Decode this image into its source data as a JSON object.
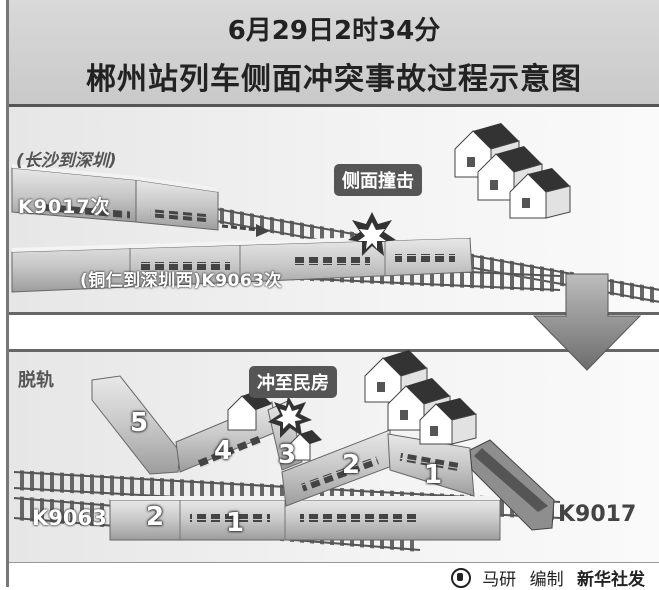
{
  "header": {
    "time": "6月29日2时34分",
    "title": "郴州站列车侧面冲突事故过程示意图"
  },
  "panel1": {
    "route_label_1": "(长沙到深圳)",
    "train_label_1": "K9017次",
    "route_train_label_2": "(铜仁到深圳西)K9063次",
    "callout": "侧面撞击"
  },
  "panel2": {
    "section_label": "脱轨",
    "callout": "冲至民房",
    "train_label_left": "K9063",
    "train_label_right": "K9017",
    "car_numbers_k9017": [
      "5",
      "4",
      "3",
      "2",
      "1"
    ],
    "car_numbers_k9063": [
      "2",
      "1"
    ]
  },
  "footer": {
    "author": "马研",
    "role": "编制",
    "agency": "新华社发"
  },
  "colors": {
    "header_bg": "#cfcfcf",
    "callout_bg": "#555555",
    "train_body": "#cdcdcd",
    "arrow": "#8a8a8a"
  }
}
